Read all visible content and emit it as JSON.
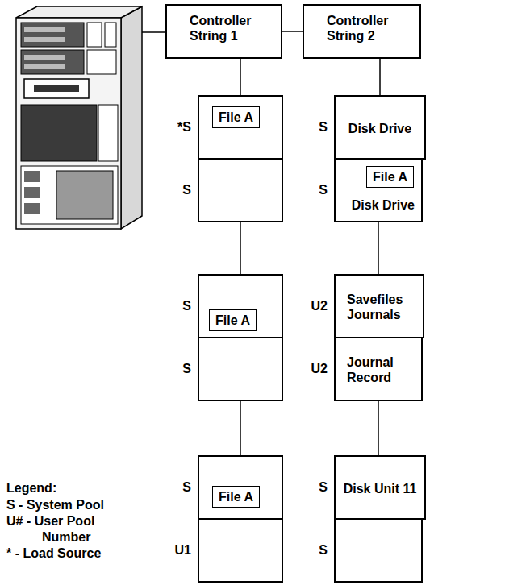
{
  "diagram": {
    "nodes": [
      {
        "text": [
          "Controller String 1"
        ]
      },
      {
        "text": [
          "Controller String 2"
        ]
      },
      {
        "text": [
          "*S"
        ]
      },
      {
        "text": [
          "File A"
        ],
        "in": 2
      },
      {
        "text": [
          "S"
        ]
      },
      {
        "text": [
          "S"
        ]
      },
      {
        "text": [
          "File A"
        ],
        "in": 5
      },
      {
        "text": [
          "S"
        ]
      },
      {
        "text": [
          "S"
        ]
      },
      {
        "text": [
          "File A"
        ],
        "in": 8
      },
      {
        "text": [
          "U1"
        ]
      },
      {
        "text": [
          "S",
          "Disk Drive"
        ]
      },
      {
        "text": [
          "S",
          "Disk Drive"
        ]
      },
      {
        "text": [
          "File A"
        ],
        "in": 12
      },
      {
        "text": [
          "U2",
          "Savefiles Journals"
        ]
      },
      {
        "text": [
          "U2",
          "Journal Record"
        ]
      },
      {
        "text": [
          "S",
          "Disk Unit 11"
        ]
      },
      {
        "text": [
          "S"
        ]
      }
    ],
    "edges": [
      {
        "from": 0,
        "to": 1,
        "arrow": "none"
      },
      {
        "from": 0,
        "to": 2,
        "arrow": "none"
      },
      {
        "from": 4,
        "to": 5,
        "arrow": "none"
      },
      {
        "from": 7,
        "to": 8,
        "arrow": "none"
      },
      {
        "from": 1,
        "to": 11,
        "arrow": "none"
      },
      {
        "from": 12,
        "to": 14,
        "arrow": "none"
      },
      {
        "from": 15,
        "to": 16,
        "arrow": "none"
      }
    ],
    "labels": [
      "Legend:"
    ],
    "legend": [
      {
        "text": "S - System Pool"
      },
      {
        "text": "U# - User Pool Number"
      },
      {
        "text": "* - Load Source"
      }
    ]
  }
}
